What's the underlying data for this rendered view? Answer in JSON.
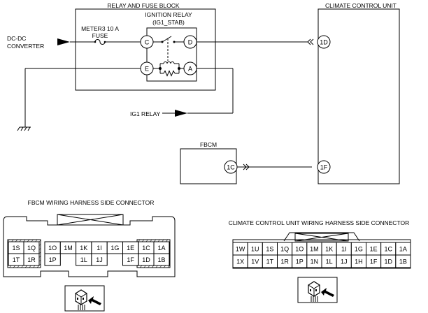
{
  "labels": {
    "relay_fuse_block": "RELAY AND FUSE BLOCK",
    "ignition_relay": "IGNITION RELAY",
    "ignition_relay_id": "(IG1_STAB)",
    "climate_control_unit": "CLIMATE CONTROL UNIT",
    "meter_fuse_line1": "METER3 10 A",
    "meter_fuse_line2": "FUSE",
    "dcdc_line1": "DC-DC",
    "dcdc_line2": "CONVERTER",
    "ig1_relay": "IG1 RELAY",
    "fbcm": "FBCM",
    "fbcm_connector_title": "FBCM WIRING HARNESS SIDE CONNECTOR",
    "ccu_connector_title": "CLIMATE CONTROL UNIT WIRING HARNESS SIDE CONNECTOR"
  },
  "relay_pins": {
    "C": "C",
    "D": "D",
    "E": "E",
    "A": "A"
  },
  "unit_terminals": {
    "ccu_1D": "1D",
    "ccu_1F": "1F",
    "fbcm_1C": "1C"
  },
  "fbcm_connector": {
    "left_top": [
      "1S",
      "1Q"
    ],
    "left_bottom": [
      "1T",
      "1R"
    ],
    "mid_top": [
      "1O",
      "1M",
      "1K",
      "1I",
      "1G",
      "1E"
    ],
    "mid_bottom": [
      "1P",
      "1L",
      "1J",
      "1F"
    ],
    "right_top": [
      "1C",
      "1A"
    ],
    "right_bottom": [
      "1D",
      "1B"
    ]
  },
  "ccu_connector": {
    "top_row": [
      "1W",
      "1U",
      "1S",
      "1Q",
      "1O",
      "1M",
      "1K",
      "1I",
      "1G",
      "1E",
      "1C",
      "1A"
    ],
    "bottom_row": [
      "1X",
      "1V",
      "1T",
      "1R",
      "1P",
      "1N",
      "1L",
      "1J",
      "1H",
      "1F",
      "1D",
      "1B"
    ]
  }
}
